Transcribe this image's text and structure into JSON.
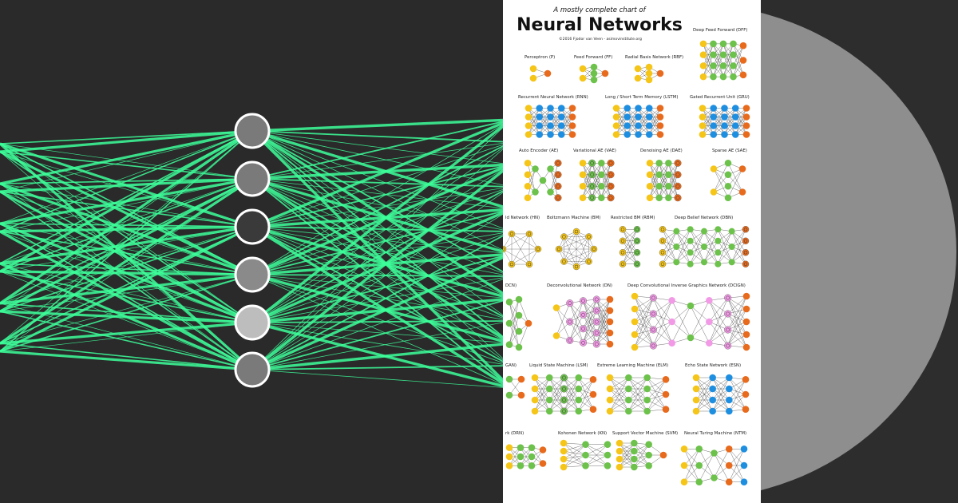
{
  "poster": {
    "subtitle": "A mostly complete chart of",
    "title": "Neural Networks",
    "credit": "©2016 Fjodor van Veen - asimovinstitute.org"
  },
  "colors": {
    "input": "#f5c518",
    "hidden": "#6cc24a",
    "output": "#e86a1c",
    "recurrent": "#1e8fe0",
    "kernel": "#f29ae6",
    "line_green": "#3dff9a",
    "node_grey": "#7a7a7a"
  },
  "networks": [
    {
      "label": "Deep Feed Forward (DFF)"
    },
    {
      "label": "Perceptron (P)"
    },
    {
      "label": "Feed Forward (FF)"
    },
    {
      "label": "Radial Basis Network (RBF)"
    },
    {
      "label": "Recurrent Neural Network (RNN)"
    },
    {
      "label": "Long / Short Term Memory (LSTM)"
    },
    {
      "label": "Gated Recurrent Unit (GRU)"
    },
    {
      "label": "Auto Encoder (AE)"
    },
    {
      "label": "Variational AE (VAE)"
    },
    {
      "label": "Denoising AE (DAE)"
    },
    {
      "label": "Sparse AE (SAE)"
    },
    {
      "label": "ld Network (HN)"
    },
    {
      "label": "Boltzmann Machine (BM)"
    },
    {
      "label": "Restricted BM (RBM)"
    },
    {
      "label": "Deep Belief Network (DBN)"
    },
    {
      "label": "DCN)"
    },
    {
      "label": "Deconvolutional Network (DN)"
    },
    {
      "label": "Deep Convolutional Inverse Graphics Network (DCIGN)"
    },
    {
      "label": "GAN)"
    },
    {
      "label": "Liquid State Machine (LSM)"
    },
    {
      "label": "Extreme Learning Machine (ELM)"
    },
    {
      "label": "Echo State Network (ESN)"
    },
    {
      "label": "rk (DRN)"
    },
    {
      "label": "Kohonen Network (KN)"
    },
    {
      "label": "Support Vector Machine (SVM)"
    },
    {
      "label": "Neural Turing Machine (NTM)"
    }
  ]
}
